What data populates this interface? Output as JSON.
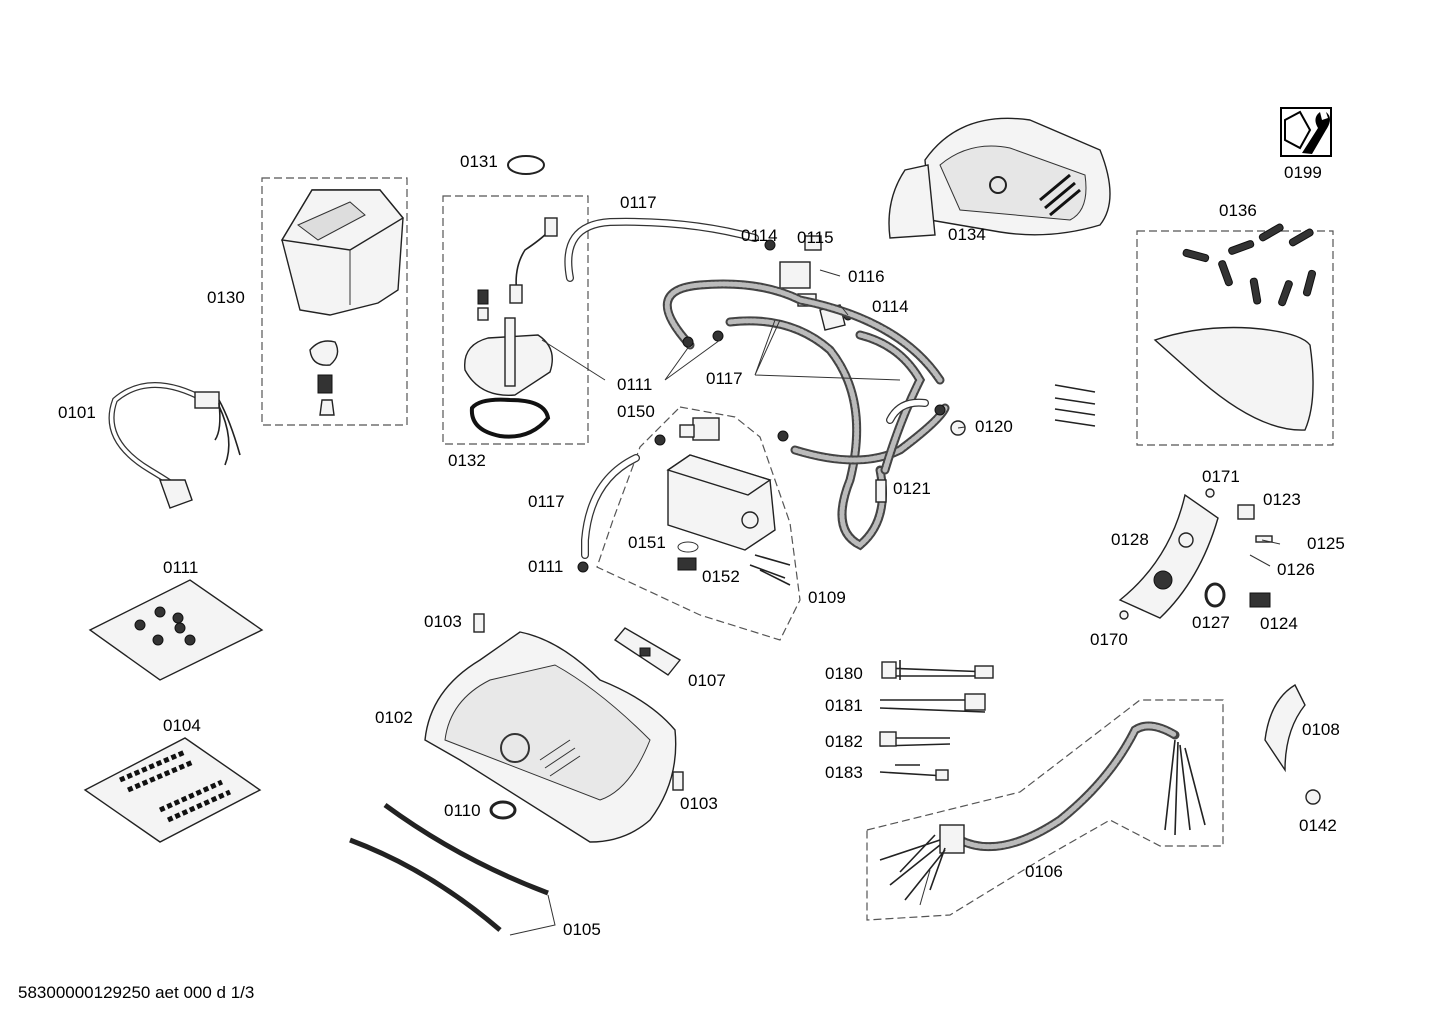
{
  "footer": "58300000129250 aet 000 d 1/3",
  "icons": {
    "service_tool": "wrench-nut-icon"
  },
  "labels": {
    "p0131": "0131",
    "p0117a": "0117",
    "p0114a": "0114",
    "p0115": "0115",
    "p0116": "0116",
    "p0114b": "0114",
    "p0134": "0134",
    "p0199": "0199",
    "p0136": "0136",
    "p0130": "0130",
    "p0101": "0101",
    "p0132": "0132",
    "p0111a": "0111",
    "p0117b": "0117",
    "p0150": "0150",
    "p0120": "0120",
    "p0121": "0121",
    "p0117c": "0117",
    "p0151": "0151",
    "p0152": "0152",
    "p0111b": "0111",
    "p0109": "0109",
    "p0171": "0171",
    "p0123": "0123",
    "p0128": "0128",
    "p0125": "0125",
    "p0126": "0126",
    "p0127": "0127",
    "p0124": "0124",
    "p0170": "0170",
    "p0111c": "0111",
    "p0104": "0104",
    "p0103a": "0103",
    "p0107": "0107",
    "p0102": "0102",
    "p0110": "0110",
    "p0103b": "0103",
    "p0105": "0105",
    "p0180": "0180",
    "p0181": "0181",
    "p0182": "0182",
    "p0183": "0183",
    "p0108": "0108",
    "p0142": "0142",
    "p0106": "0106"
  }
}
